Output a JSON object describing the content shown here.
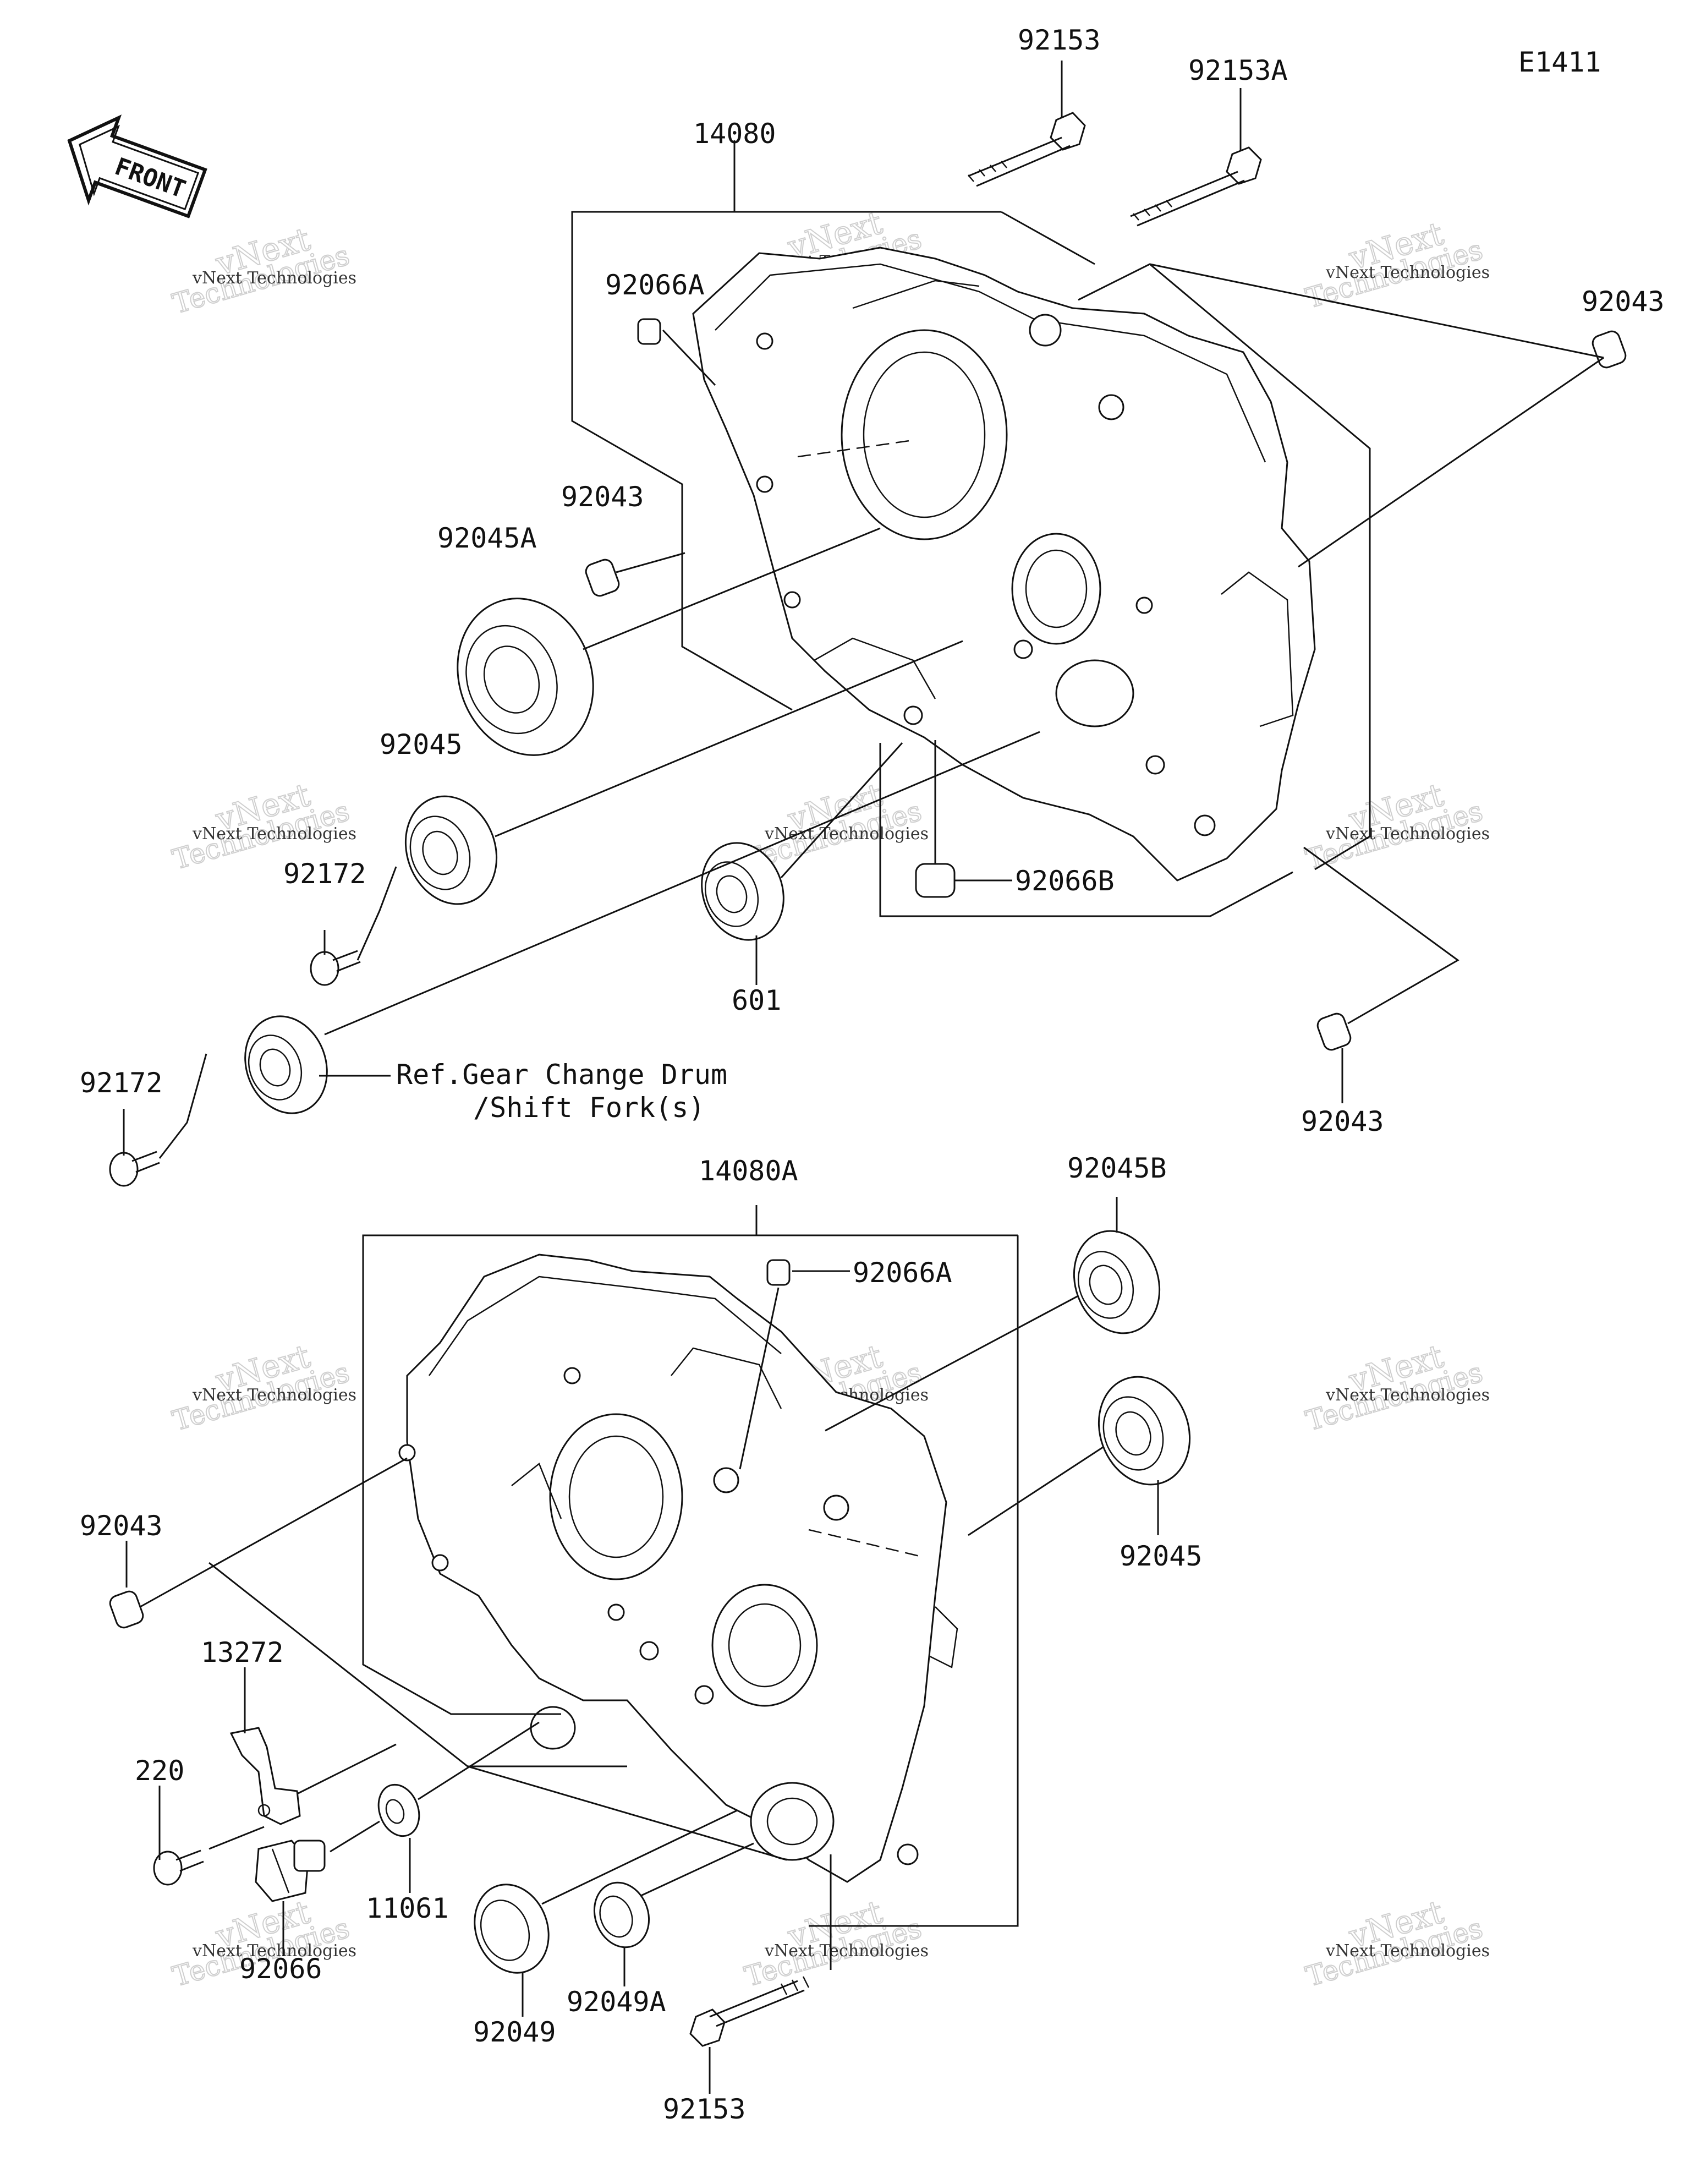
{
  "diagram_code": "E1411",
  "front_label": "FRONT",
  "labels": {
    "p92153_top": "92153",
    "p92153A": "92153A",
    "p14080": "14080",
    "p92066A_top": "92066A",
    "p92043_right": "92043",
    "p92043_mid": "92043",
    "p92045A": "92045A",
    "p92045_left": "92045",
    "p92172_a": "92172",
    "p601": "601",
    "p92066B": "92066B",
    "p92043_lower_right": "92043",
    "p92172_b": "92172",
    "ref_line1": "Ref.Gear Change Drum",
    "ref_line2": "/Shift Fork(s)",
    "p14080A": "14080A",
    "p92045B": "92045B",
    "p92066A_bottom": "92066A",
    "p92045_right": "92045",
    "p92043_left": "92043",
    "p13272": "13272",
    "p220": "220",
    "p11061": "11061",
    "p92066": "92066",
    "p92049": "92049",
    "p92049A": "92049A",
    "p92153_bottom": "92153"
  },
  "watermark": {
    "line1": "vNext Technologies",
    "line2": "vNext",
    "line3": "Technologies"
  }
}
